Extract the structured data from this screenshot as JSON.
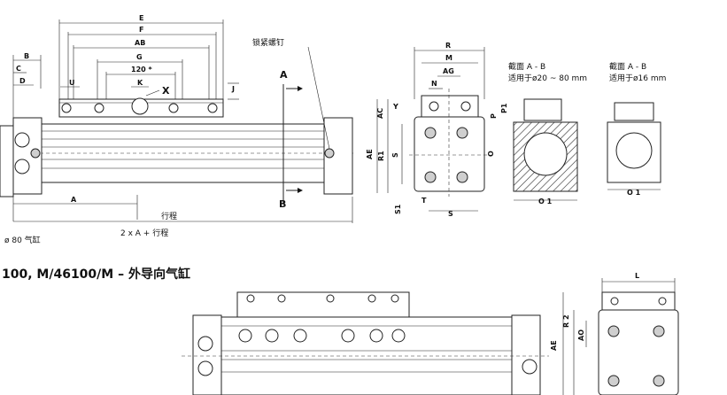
{
  "top_dims": {
    "E": "E",
    "F": "F",
    "AB": "AB",
    "G": "G",
    "dim120": "120 *",
    "K": "K",
    "X": "X",
    "B": "B",
    "C": "C",
    "D": "D",
    "U": "U",
    "J": "J",
    "A": "A",
    "stroke": "行程",
    "twoA": "2 x A + 行程",
    "diam": "ø 80 气缸"
  },
  "section_marks": {
    "A": "A",
    "B": "B"
  },
  "callout": {
    "lock_screw": "锁紧螺钉"
  },
  "side_dims": {
    "R": "R",
    "M": "M",
    "AG": "AG",
    "N": "N",
    "Y": "Y",
    "AC": "AC",
    "AE": "AE",
    "R1": "R1",
    "S": "S",
    "P": "P",
    "P1": "P1",
    "O": "O",
    "S1": "S1",
    "T": "T",
    "S_bottom": "S",
    "O1": "O 1",
    "O1b": "O 1"
  },
  "sections": [
    {
      "title": "截面 A - B",
      "subtitle": "适用于ø20 ~ 80 mm"
    },
    {
      "title": "截面 A - B",
      "subtitle": "适用于ø16 mm"
    }
  ],
  "heading": "100, M/46100/M – 外导向气缸",
  "bottom_dims": {
    "L": "L",
    "AE": "AE",
    "R2": "R 2",
    "AO": "AO"
  }
}
